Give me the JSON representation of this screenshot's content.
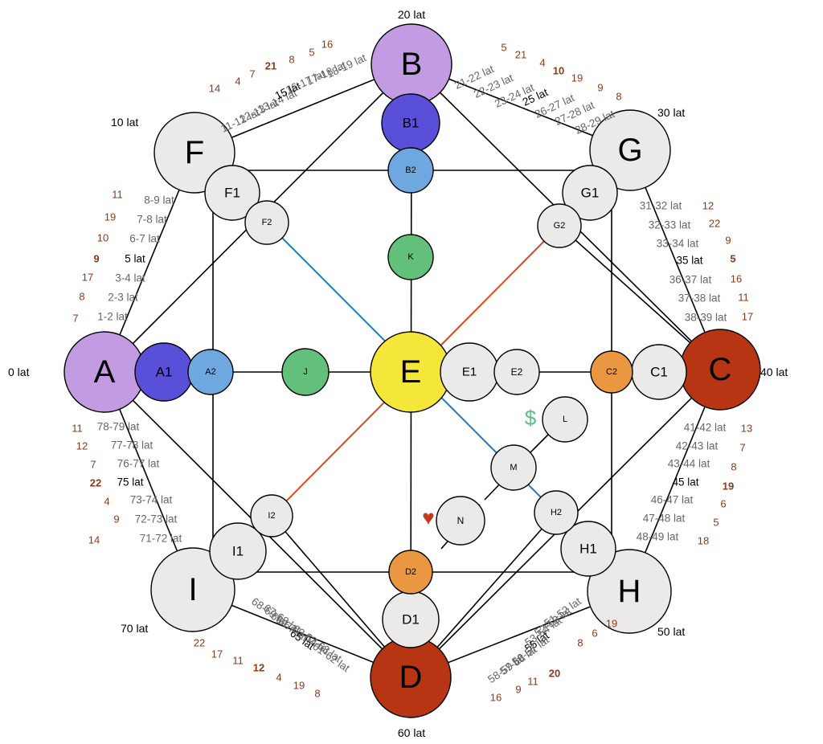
{
  "colors": {
    "purple": "#c29be2",
    "indigo": "#5a4fd8",
    "lightblue": "#6fa8e0",
    "green": "#63c07a",
    "yellow": "#f5e63a",
    "orange": "#e99740",
    "red": "#b83514",
    "grey": "#eceae8",
    "gray_text": "#666666",
    "brown_text": "#8b3a1a",
    "black_text": "#000000",
    "blue_line": "#1f7bbd",
    "red_line": "#e0461b",
    "dollar": "#5cc085",
    "heart": "#c6391a"
  },
  "nodes": [
    {
      "id": "A",
      "label": "A"
    },
    {
      "id": "B",
      "label": "B"
    },
    {
      "id": "C",
      "label": "C"
    },
    {
      "id": "D",
      "label": "D"
    },
    {
      "id": "E",
      "label": "E"
    },
    {
      "id": "F",
      "label": "F"
    },
    {
      "id": "G",
      "label": "G"
    },
    {
      "id": "H",
      "label": "H"
    },
    {
      "id": "I",
      "label": "I"
    },
    {
      "id": "A1",
      "label": "A1"
    },
    {
      "id": "A2",
      "label": "A2"
    },
    {
      "id": "B1",
      "label": "B1"
    },
    {
      "id": "B2",
      "label": "B2"
    },
    {
      "id": "C1",
      "label": "C1"
    },
    {
      "id": "C2",
      "label": "C2"
    },
    {
      "id": "D1",
      "label": "D1"
    },
    {
      "id": "D2",
      "label": "D2"
    },
    {
      "id": "E1",
      "label": "E1"
    },
    {
      "id": "E2",
      "label": "E2"
    },
    {
      "id": "F1",
      "label": "F1"
    },
    {
      "id": "F2",
      "label": "F2"
    },
    {
      "id": "G1",
      "label": "G1"
    },
    {
      "id": "G2",
      "label": "G2"
    },
    {
      "id": "H1",
      "label": "H1"
    },
    {
      "id": "H2",
      "label": "H2"
    },
    {
      "id": "I1",
      "label": "I1"
    },
    {
      "id": "I2",
      "label": "I2"
    },
    {
      "id": "J",
      "label": "J"
    },
    {
      "id": "K",
      "label": "K"
    },
    {
      "id": "L",
      "label": "L"
    },
    {
      "id": "M",
      "label": "M"
    },
    {
      "id": "N",
      "label": "N"
    }
  ],
  "age_labels": {
    "A": "0 lat",
    "F": "10 lat",
    "B": "20 lat",
    "G": "30 lat",
    "C": "40 lat",
    "H": "50 lat",
    "D": "60 lat",
    "I": "70 lat"
  },
  "symbols": {
    "dollar": "$",
    "heart": "♥"
  },
  "segments": {
    "A_F": {
      "years": [
        "1-2 lat",
        "2-3 lat",
        "3-4 lat",
        "5 lat",
        "6-7 lat",
        "7-8 lat",
        "8-9 lat"
      ],
      "numbers": [
        "7",
        "8",
        "17",
        "9",
        "10",
        "19",
        "11"
      ]
    },
    "F_B": {
      "years": [
        "11-12 lat",
        "12-13 lat",
        "13-14 lat",
        "15 lat",
        "16-17 lat",
        "17-18 lat",
        "18-19 lat"
      ],
      "numbers": [
        "14",
        "4",
        "7",
        "21",
        "8",
        "5",
        "16"
      ]
    },
    "B_G": {
      "years": [
        "21-22 lat",
        "22-23 lat",
        "23-24 lat",
        "25 lat",
        "26-27 lat",
        "27-28 lat",
        "28-29 lat"
      ],
      "numbers": [
        "5",
        "21",
        "4",
        "10",
        "19",
        "9",
        "8"
      ]
    },
    "G_C": {
      "years": [
        "31-32 lat",
        "32-33 lat",
        "33-34 lat",
        "35 lat",
        "36-37 lat",
        "37-38 lat",
        "38-39 lat"
      ],
      "numbers": [
        "12",
        "22",
        "9",
        "5",
        "16",
        "11",
        "17"
      ]
    },
    "C_H": {
      "years": [
        "41-42 lat",
        "42-43 lat",
        "43-44 lat",
        "45 lat",
        "46-47 lat",
        "47-48 lat",
        "48-49 lat"
      ],
      "numbers": [
        "13",
        "7",
        "8",
        "19",
        "6",
        "5",
        "18"
      ]
    },
    "H_D": {
      "years": [
        "51-52 lat",
        "52-53 lat",
        "53-54 lat",
        "55 lat",
        "56-57 lat",
        "57-58 lat",
        "58-59 lat"
      ],
      "numbers": [
        "19",
        "6",
        "8",
        "20",
        "11",
        "9",
        "16"
      ]
    },
    "D_I": {
      "years": [
        "61-62 lat",
        "62-63 lat",
        "63-64 lat",
        "65 lat",
        "66-67 lat",
        "67-68 lat",
        "68-69 lat"
      ],
      "numbers": [
        "8",
        "19",
        "4",
        "12",
        "11",
        "17",
        "22"
      ]
    },
    "I_A": {
      "years": [
        "71-72 lat",
        "72-73 lat",
        "73-74 lat",
        "75 lat",
        "76-77 lat",
        "77-78 lat",
        "78-79 lat"
      ],
      "numbers": [
        "14",
        "9",
        "4",
        "22",
        "7",
        "12",
        "11"
      ]
    }
  }
}
